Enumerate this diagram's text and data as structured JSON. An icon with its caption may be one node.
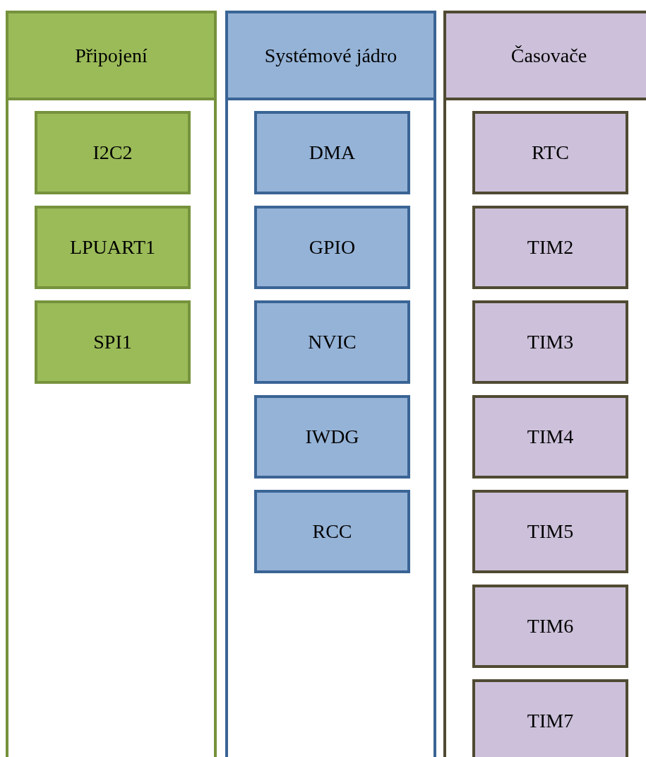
{
  "diagram": {
    "nodes": [
      {
        "text": [
          "Připojení"
        ]
      },
      {
        "text": [
          "I2C2"
        ],
        "in": 0
      },
      {
        "text": [
          "LPUART1"
        ],
        "in": 0
      },
      {
        "text": [
          "SPI1"
        ],
        "in": 0
      },
      {
        "text": [
          "Systémové jádro"
        ]
      },
      {
        "text": [
          "DMA"
        ],
        "in": 4
      },
      {
        "text": [
          "GPIO"
        ],
        "in": 4
      },
      {
        "text": [
          "NVIC"
        ],
        "in": 4
      },
      {
        "text": [
          "IWDG"
        ],
        "in": 4
      },
      {
        "text": [
          "RCC"
        ],
        "in": 4
      },
      {
        "text": [
          "Časovače"
        ]
      },
      {
        "text": [
          "RTC"
        ],
        "in": 10
      },
      {
        "text": [
          "TIM2"
        ],
        "in": 10
      },
      {
        "text": [
          "TIM3"
        ],
        "in": 10
      },
      {
        "text": [
          "TIM4"
        ],
        "in": 10
      },
      {
        "text": [
          "TIM5"
        ],
        "in": 10
      },
      {
        "text": [
          "TIM6"
        ],
        "in": 10
      },
      {
        "text": [
          "TIM7"
        ],
        "in": 10
      }
    ]
  }
}
